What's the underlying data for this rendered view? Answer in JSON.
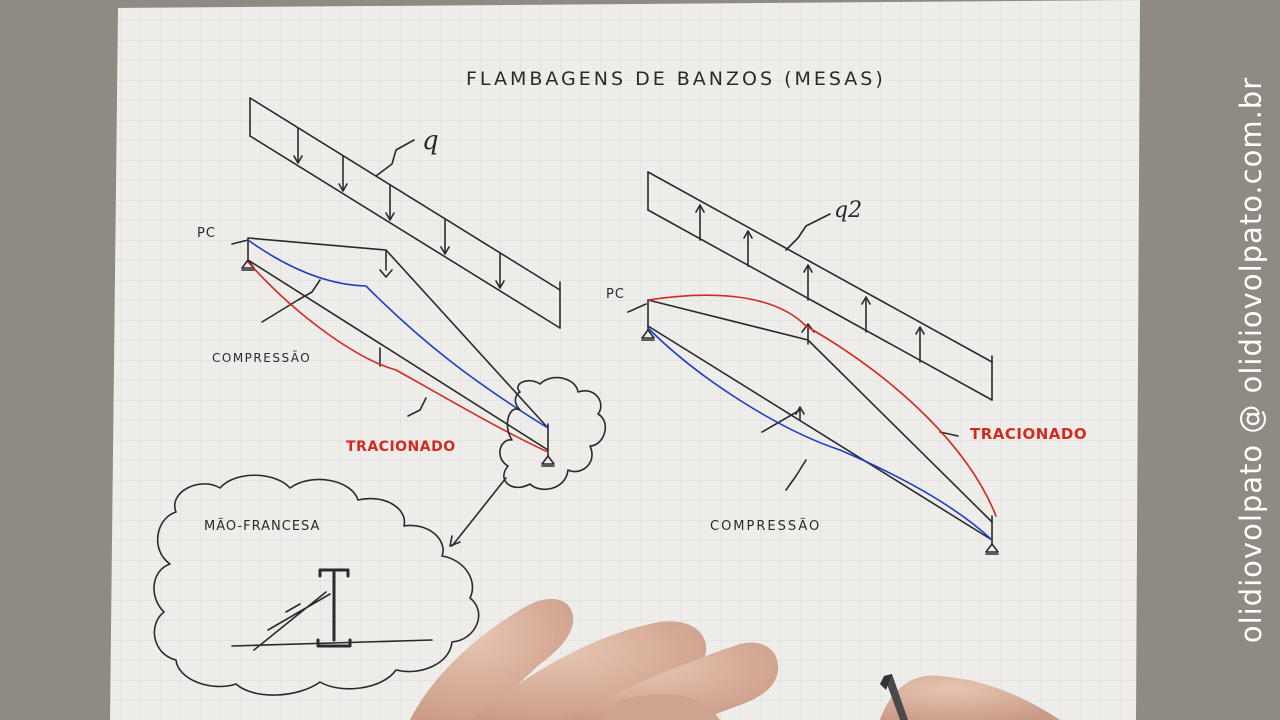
{
  "drawing": {
    "title": "FLAMBAGENS DE BANZOS (MESAS)",
    "load_left": "q",
    "load_right": "q2",
    "support_left": "PC",
    "support_right": "PC",
    "left_compression": "COMPRESSÃO",
    "left_tension": "TRACIONADO",
    "right_tension": "TRACIONADO",
    "right_compression": "COMPRESSÃO",
    "detail_label": "MÃO-FRANCESA"
  },
  "watermark": "olidiovolpato @ olidiovolpato.com.br",
  "colors": {
    "background": "#8f8a82",
    "paper": "#eeedea",
    "grid": "#d9dbe3",
    "ink": "#2a2a2a",
    "red_ink": "#d32a1f",
    "blue_ink": "#1f3cc4",
    "skin": "#d9b5a1",
    "watermark": "#ffffff"
  }
}
